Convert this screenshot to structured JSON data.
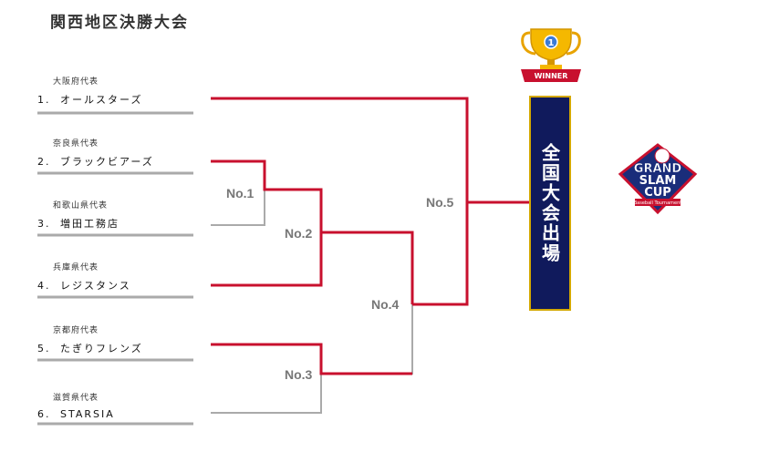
{
  "title": "関西地区決勝大会",
  "teams": [
    {
      "pref": "大阪府代表",
      "num": "1.",
      "name": "オールスターズ"
    },
    {
      "pref": "奈良県代表",
      "num": "2.",
      "name": "ブラックビアーズ"
    },
    {
      "pref": "和歌山県代表",
      "num": "3.",
      "name": "増田工務店"
    },
    {
      "pref": "兵庫県代表",
      "num": "4.",
      "name": "レジスタンス"
    },
    {
      "pref": "京都府代表",
      "num": "5.",
      "name": "たぎりフレンズ"
    },
    {
      "pref": "滋賀県代表",
      "num": "6.",
      "name": "STARSIA"
    }
  ],
  "matches": [
    "No.1",
    "No.2",
    "No.3",
    "No.4",
    "No.5"
  ],
  "final": {
    "label": "全国大会出場"
  },
  "trophy": {
    "badge": "WINNER",
    "rank": "1"
  },
  "logo": {
    "line1": "GRAND",
    "line2": "SLAM",
    "line3": "CUP",
    "sub": "Baseball Tournament"
  },
  "colors": {
    "winner_line": "#c8102e",
    "line": "#aaaaaa",
    "final_bg": "#101a5c",
    "final_border": "#d4a800"
  }
}
